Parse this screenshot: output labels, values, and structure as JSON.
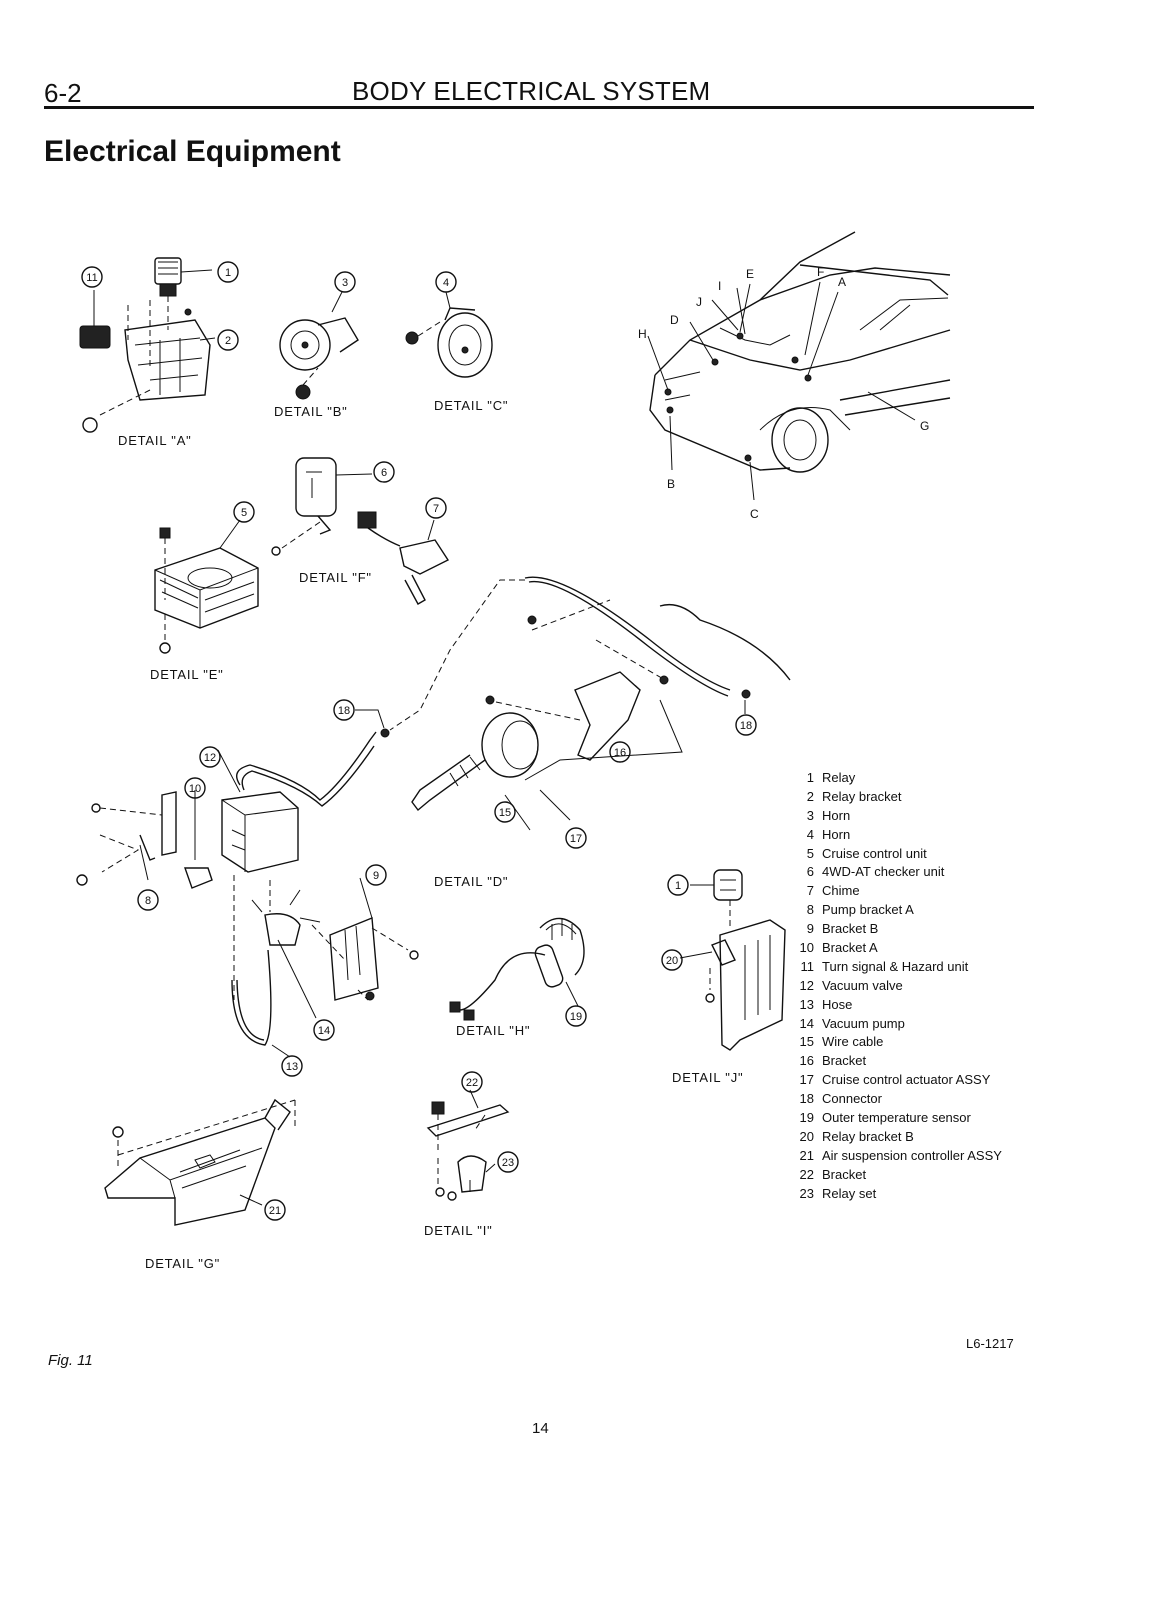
{
  "header": {
    "page_number": "6-2",
    "chapter_title": "BODY ELECTRICAL SYSTEM",
    "section_title": "Electrical Equipment"
  },
  "details": [
    {
      "id": "A",
      "label": "DETAIL \"A\""
    },
    {
      "id": "B",
      "label": "DETAIL \"B\""
    },
    {
      "id": "C",
      "label": "DETAIL \"C\""
    },
    {
      "id": "D",
      "label": "DETAIL \"D\""
    },
    {
      "id": "E",
      "label": "DETAIL \"E\""
    },
    {
      "id": "F",
      "label": "DETAIL \"F\""
    },
    {
      "id": "G",
      "label": "DETAIL \"G\""
    },
    {
      "id": "H",
      "label": "DETAIL \"H\""
    },
    {
      "id": "I",
      "label": "DETAIL \"I\""
    },
    {
      "id": "J",
      "label": "DETAIL \"J\""
    }
  ],
  "callouts": [
    "1",
    "2",
    "3",
    "4",
    "5",
    "6",
    "7",
    "8",
    "9",
    "10",
    "11",
    "12",
    "13",
    "14",
    "15",
    "16",
    "17",
    "18",
    "19",
    "20",
    "21",
    "22",
    "23"
  ],
  "vehicle_locations": [
    "A",
    "B",
    "C",
    "D",
    "E",
    "F",
    "G",
    "H",
    "I",
    "J"
  ],
  "legend": [
    {
      "num": "1",
      "name": "Relay"
    },
    {
      "num": "2",
      "name": "Relay bracket"
    },
    {
      "num": "3",
      "name": "Horn"
    },
    {
      "num": "4",
      "name": "Horn"
    },
    {
      "num": "5",
      "name": "Cruise control unit"
    },
    {
      "num": "6",
      "name": "4WD-AT checker unit"
    },
    {
      "num": "7",
      "name": "Chime"
    },
    {
      "num": "8",
      "name": "Pump bracket A"
    },
    {
      "num": "9",
      "name": "Bracket B"
    },
    {
      "num": "10",
      "name": "Bracket A"
    },
    {
      "num": "11",
      "name": "Turn signal & Hazard unit"
    },
    {
      "num": "12",
      "name": "Vacuum valve"
    },
    {
      "num": "13",
      "name": "Hose"
    },
    {
      "num": "14",
      "name": "Vacuum pump"
    },
    {
      "num": "15",
      "name": "Wire cable"
    },
    {
      "num": "16",
      "name": "Bracket"
    },
    {
      "num": "17",
      "name": "Cruise control actuator ASSY"
    },
    {
      "num": "18",
      "name": "Connector"
    },
    {
      "num": "19",
      "name": "Outer temperature sensor"
    },
    {
      "num": "20",
      "name": "Relay bracket B"
    },
    {
      "num": "21",
      "name": "Air suspension controller ASSY"
    },
    {
      "num": "22",
      "name": "Bracket"
    },
    {
      "num": "23",
      "name": "Relay set"
    }
  ],
  "footer": {
    "figure_label": "Fig. 11",
    "drawing_code": "L6-1217",
    "page_number": "14"
  }
}
